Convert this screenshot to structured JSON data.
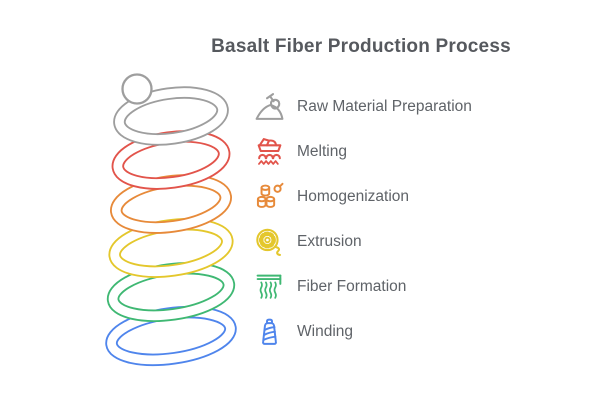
{
  "title": "Basalt Fiber Production Process",
  "theme": {
    "background": "#ffffff",
    "title_color": "#56595e",
    "label_color": "#5f6368",
    "tube_fill": "#ffffff"
  },
  "steps": [
    {
      "label": "Raw Material Preparation",
      "color": "#9e9e9e",
      "icon": "shovel-icon"
    },
    {
      "label": "Melting",
      "color": "#e2544b",
      "icon": "furnace-icon"
    },
    {
      "label": "Homogenization",
      "color": "#e78a3a",
      "icon": "barrels-icon"
    },
    {
      "label": "Extrusion",
      "color": "#e4c72c",
      "icon": "extrusion-die-icon"
    },
    {
      "label": "Fiber Formation",
      "color": "#3fb873",
      "icon": "fiber-strands-icon"
    },
    {
      "label": "Winding",
      "color": "#4f85ec",
      "icon": "bobbin-icon"
    }
  ]
}
